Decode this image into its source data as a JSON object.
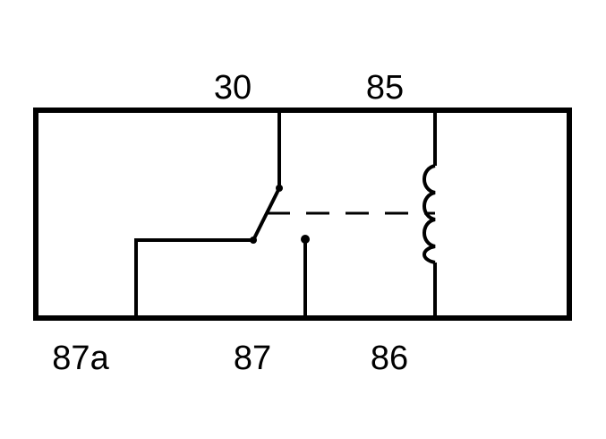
{
  "diagram": {
    "line_color": "#000000",
    "background_color": "#ffffff",
    "pins": {
      "pin_30": "30",
      "pin_85": "85",
      "pin_87a": "87a",
      "pin_87": "87",
      "pin_86": "86"
    }
  }
}
